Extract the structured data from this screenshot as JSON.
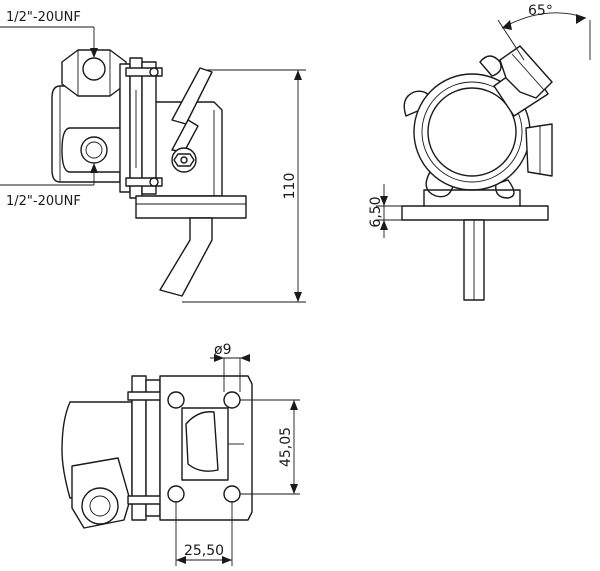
{
  "drawing": {
    "thread_top": "1/2\"-20UNF",
    "thread_bottom": "1/2\"-20UNF",
    "dim_height": "110",
    "dim_flange": "6,50",
    "dim_angle": "65°",
    "dim_hole": "ø9",
    "dim_hole_spacing_v": "45,05",
    "dim_hole_spacing_h": "25,50"
  },
  "colors": {
    "line": "#1a1a1a",
    "background": "#ffffff"
  }
}
